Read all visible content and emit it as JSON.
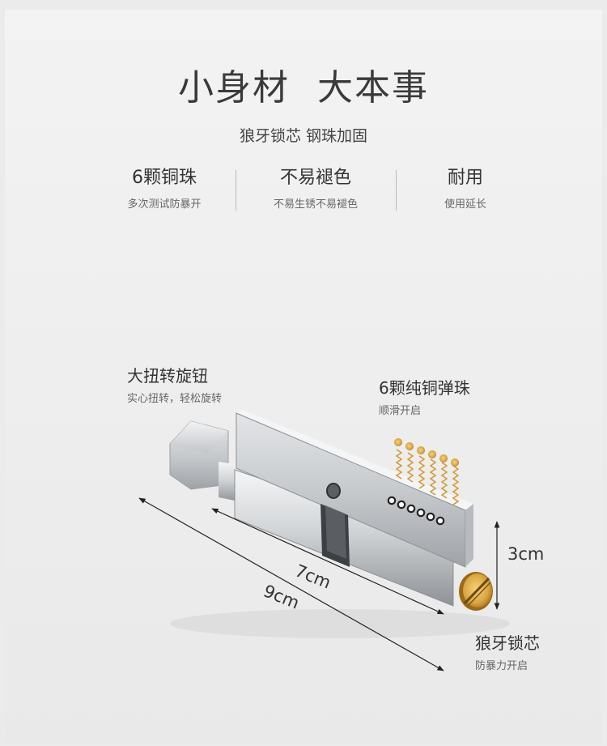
{
  "header": {
    "title_left": "小身材",
    "title_right": "大本事",
    "subtitle": "狼牙锁芯 钢珠加固"
  },
  "features": [
    {
      "title": "6颗铜珠",
      "desc": "多次测试防暴开"
    },
    {
      "title": "不易褪色",
      "desc": "不易生锈不易褪色"
    },
    {
      "title": "耐用",
      "desc": "使用延长"
    }
  ],
  "callouts": {
    "knob": {
      "title": "大扭转旋钮",
      "desc": "实心扭转，轻松旋转"
    },
    "pins": {
      "title": "6颗纯铜弹珠",
      "desc": "顺滑开启"
    },
    "core": {
      "title": "狼牙锁芯",
      "desc": "防暴力开启"
    }
  },
  "dimensions": {
    "length_inner": "7cm",
    "length_outer": "9cm",
    "height": "3cm"
  },
  "colors": {
    "background": "#ebebeb",
    "brass": "#d9a640",
    "steel": "#c9ccd0"
  }
}
